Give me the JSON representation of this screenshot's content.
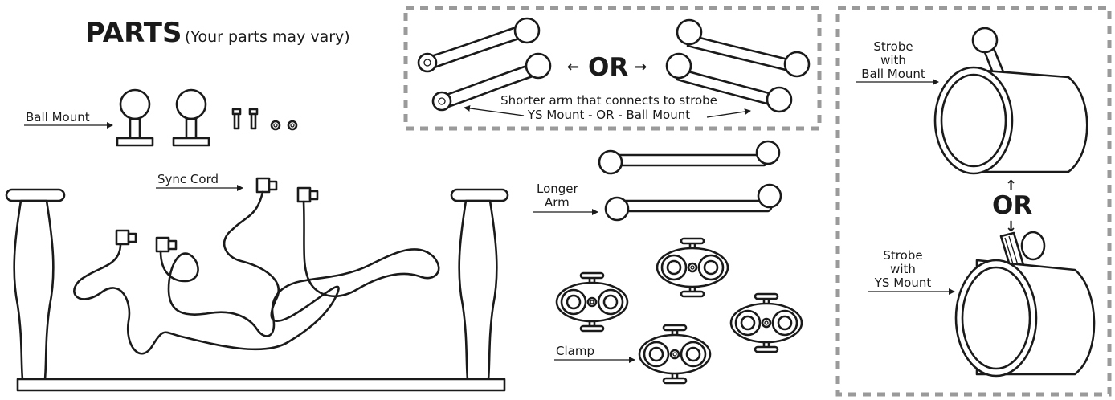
{
  "header": {
    "title": "PARTS",
    "subtitle": "(Your parts may vary)"
  },
  "labels": {
    "ball_mount": "Ball Mount",
    "sync_cord": "Sync Cord",
    "longer_arm_line1": "Longer",
    "longer_arm_line2": "Arm",
    "clamp": "Clamp",
    "shorter_arm_line1": "Shorter arm that connects to strobe",
    "shorter_arm_line2": "YS Mount - OR - Ball Mount",
    "or_arms": "OR",
    "left_arrow": "←",
    "right_arrow": "→",
    "strobe_ball_line1": "Strobe",
    "strobe_ball_line2": "with",
    "strobe_ball_line3": "Ball Mount",
    "or_strobe": "OR",
    "up_arrow": "↑",
    "down_arrow": "↓",
    "strobe_ys_line1": "Strobe",
    "strobe_ys_line2": "with",
    "strobe_ys_line3": "YS Mount"
  },
  "icons": [
    "ball-mount-icon",
    "screw-icon",
    "washer-icon",
    "tray-icon",
    "handle-icon",
    "sync-cord-icon",
    "arm-icon",
    "clamp-icon",
    "strobe-icon"
  ],
  "colors": {
    "line": "#1a1a1a",
    "dashed_border": "#9a9a9a",
    "background": "#ffffff"
  }
}
